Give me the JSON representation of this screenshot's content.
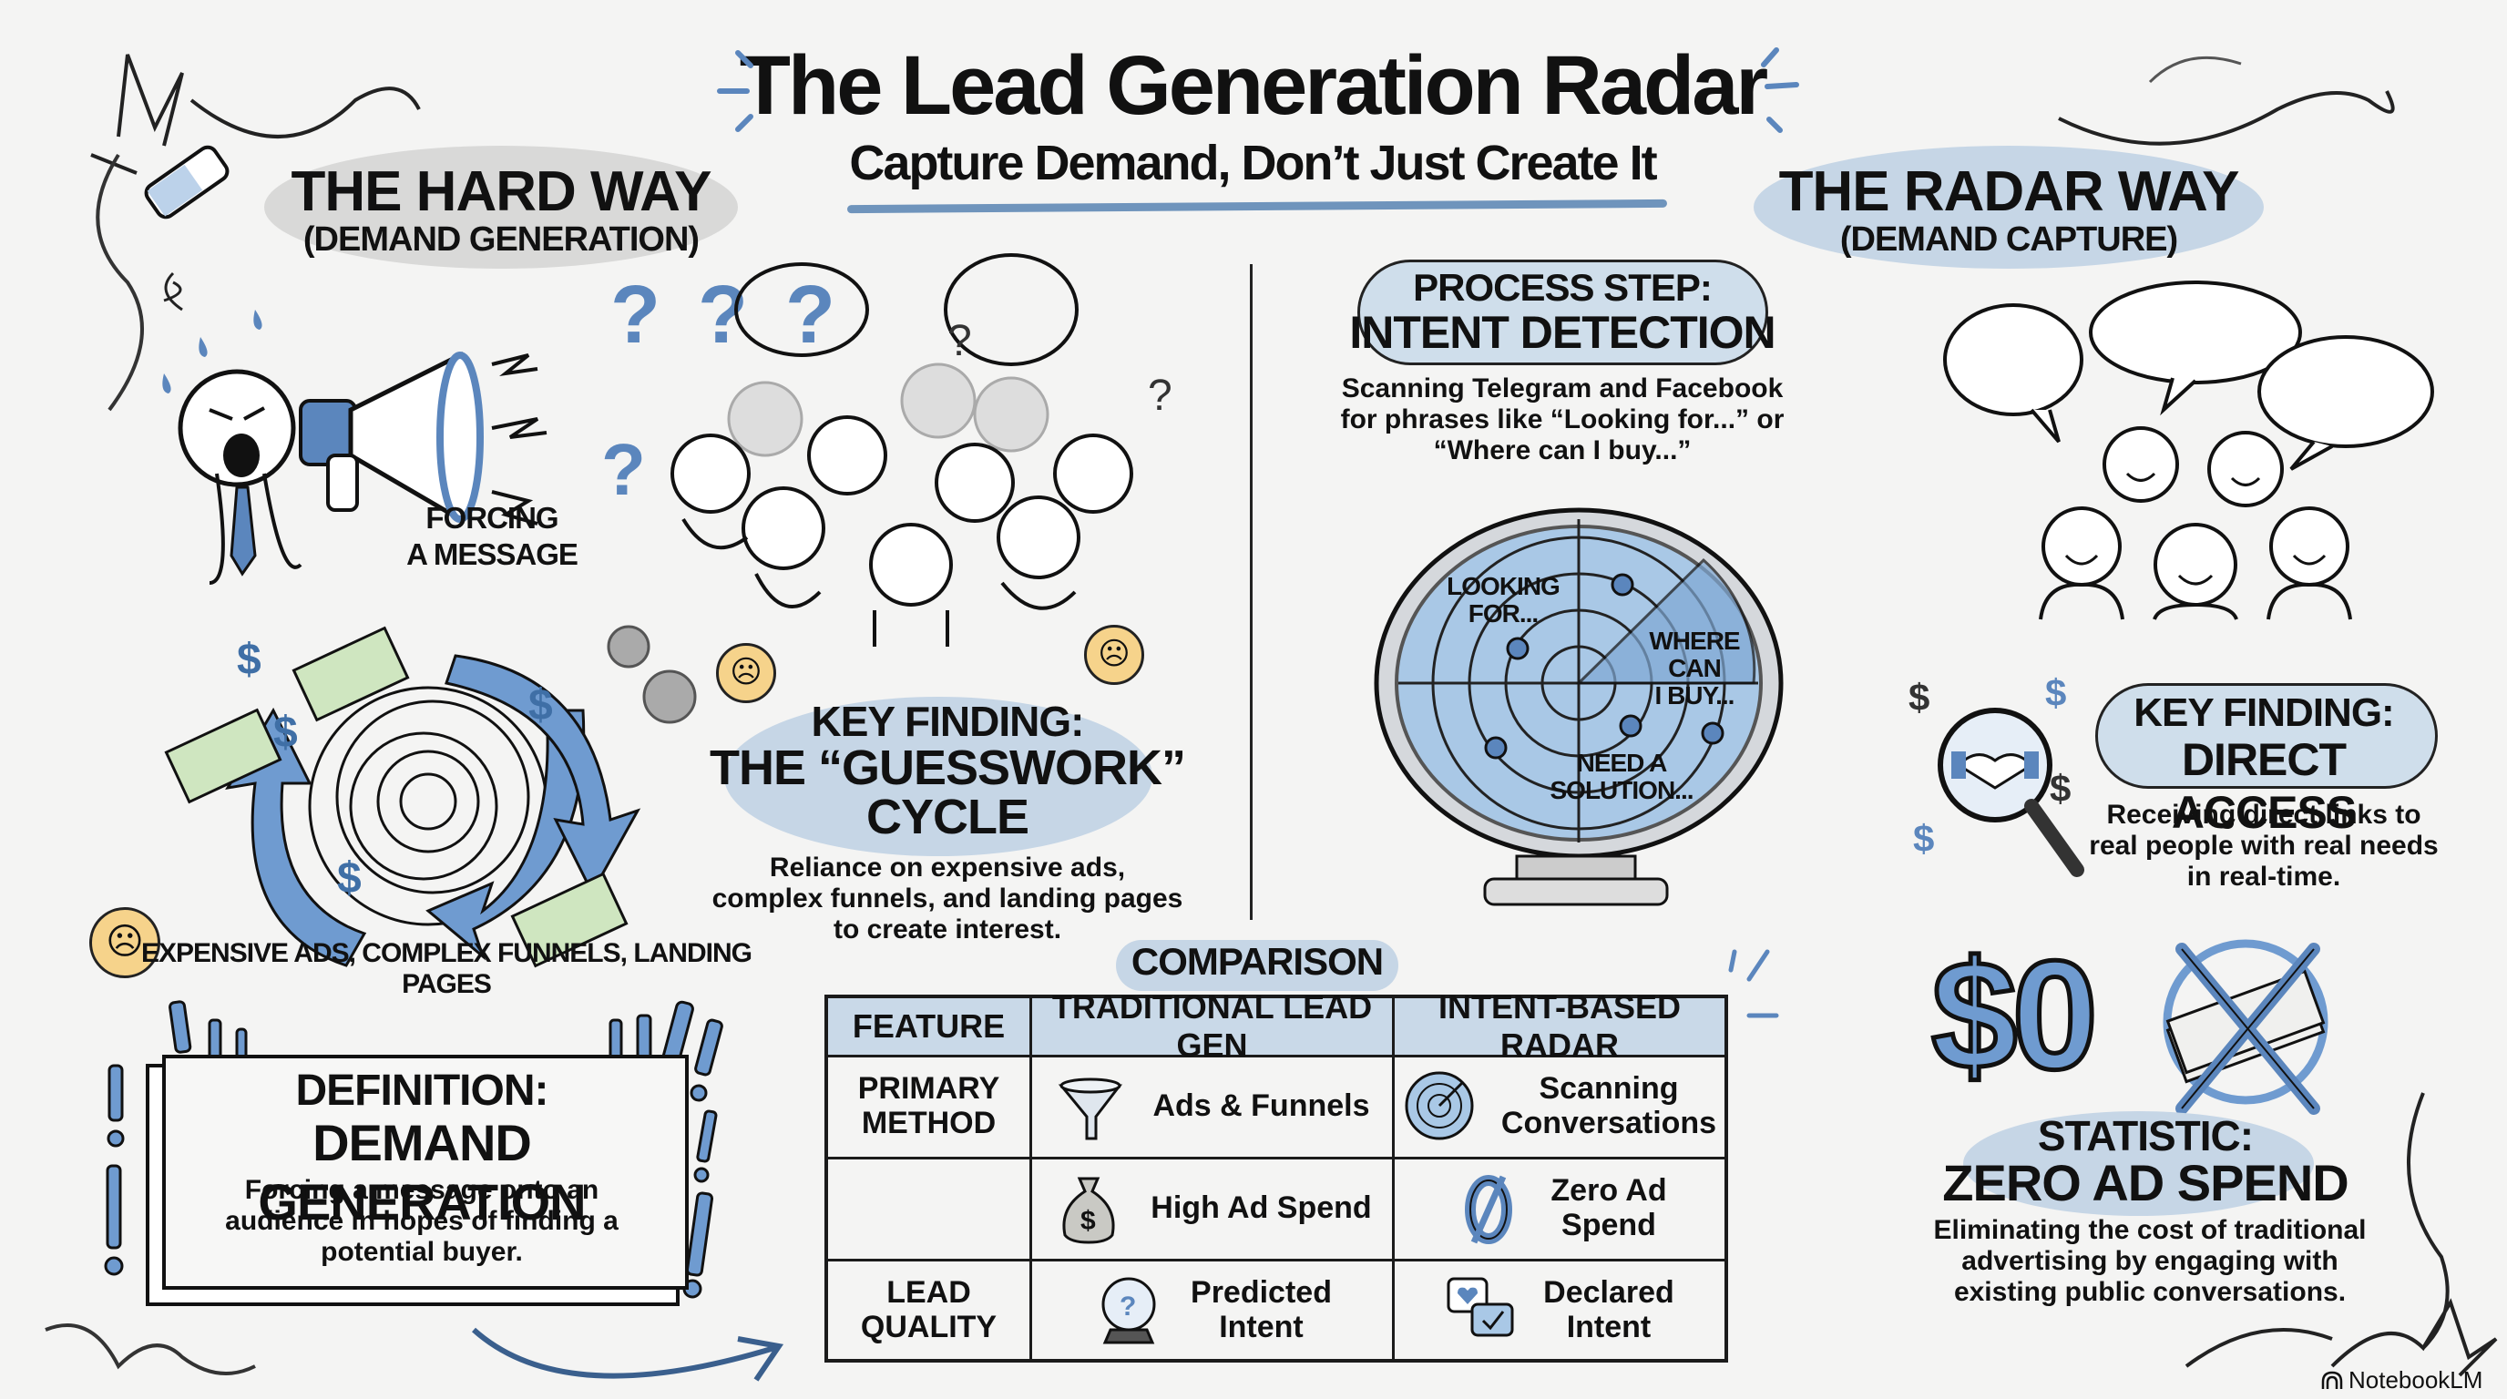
{
  "header": {
    "title": "The Lead Generation Radar",
    "subtitle": "Capture Demand, Don’t Just Create It"
  },
  "hard_way": {
    "title": "THE HARD WAY",
    "subtitle": "(DEMAND GENERATION)",
    "megaphone_caption_line1": "FORCING",
    "megaphone_caption_line2": "A MESSAGE",
    "cycle_label": "EXPENSIVE ADS, COMPLEX FUNNELS, LANDING PAGES",
    "key_finding": {
      "label": "KEY FINDING:",
      "title_line1": "THE “GUESSWORK”",
      "title_line2": "CYCLE",
      "body_line1": "Reliance on expensive ads,",
      "body_line2": "complex funnels, and landing pages",
      "body_line3": "to create interest."
    },
    "definition": {
      "label": "DEFINITION:",
      "title": "DEMAND GENERATION",
      "body_line1": "Forcing a message onto an",
      "body_line2": "audience in hopes of finding a",
      "body_line3": "potential buyer."
    }
  },
  "process": {
    "label": "PROCESS STEP:",
    "title": "INTENT DETECTION",
    "body_line1": "Scanning Telegram and Facebook",
    "body_line2": "for phrases like “Looking for...” or",
    "body_line3": "“Where can I buy...”",
    "radar_labels": {
      "looking_1": "LOOKING",
      "looking_2": "FOR...",
      "where_1": "WHERE",
      "where_2": "CAN",
      "where_3": "I BUY...",
      "need_1": "NEED A",
      "need_2": "SOLUTION..."
    }
  },
  "radar_way": {
    "title": "THE RADAR WAY",
    "subtitle": "(DEMAND CAPTURE)",
    "key_finding": {
      "label": "KEY FINDING:",
      "title": "DIRECT ACCESS",
      "body_line1": "Receiving direct links to",
      "body_line2": "real people with real needs",
      "body_line3": "in real-time."
    },
    "statistic": {
      "big_value": "$0",
      "label": "STATISTIC:",
      "title": "ZERO AD SPEND",
      "body_line1": "Eliminating the cost of traditional",
      "body_line2": "advertising by engaging with",
      "body_line3": "existing public conversations."
    }
  },
  "comparison": {
    "title": "COMPARISON",
    "headers": [
      "FEATURE",
      "TRADITIONAL LEAD GEN",
      "INTENT-BASED RADAR"
    ],
    "rows": [
      {
        "feature_line1": "PRIMARY",
        "feature_line2": "METHOD",
        "traditional_icon": "funnel-icon",
        "traditional_line1": "Ads & Funnels",
        "traditional_line2": "",
        "radar_icon": "radar-icon",
        "radar_line1": "Scanning",
        "radar_line2": "Conversations"
      },
      {
        "feature_line1": "",
        "feature_line2": "",
        "traditional_icon": "money-bag-icon",
        "traditional_line1": "High Ad Spend",
        "traditional_line2": "",
        "radar_icon": "zero-slash-icon",
        "radar_line1": "Zero Ad",
        "radar_line2": "Spend"
      },
      {
        "feature_line1": "LEAD",
        "feature_line2": "QUALITY",
        "traditional_icon": "crystal-ball-icon",
        "traditional_line1": "Predicted",
        "traditional_line2": "Intent",
        "radar_icon": "chat-heart-icon",
        "radar_line1": "Declared",
        "radar_line2": "Intent"
      }
    ]
  },
  "footer": {
    "brand": "NotebookLM"
  },
  "colors": {
    "background": "#f4f4f3",
    "accent_blue": "#5b86bd",
    "light_blue": "#c6d6e6",
    "grey_blob": "#d9d9d8",
    "ink": "#111111",
    "money_green": "#cfe6c0",
    "emoji_yellow": "#f6d38b"
  }
}
